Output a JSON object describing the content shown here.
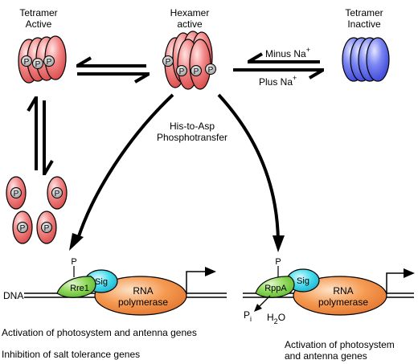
{
  "states": {
    "tetramer_active": {
      "line1": "Tetramer",
      "line2": "Active"
    },
    "hexamer_active": {
      "line1": "Hexamer",
      "line2": "active"
    },
    "tetramer_inactive": {
      "line1": "Tetramer",
      "line2": "Inactive"
    }
  },
  "equilibrium": {
    "minus_na": "Minus Na",
    "plus_na": "Plus Na",
    "na_charge": "+"
  },
  "transfer": {
    "line1": "His-to-Asp",
    "line2": "Phosphotransfer"
  },
  "phospho_label": "P",
  "dna_label": "DNA",
  "left_complex": {
    "regulator": "Rre1",
    "sigma": "Sig",
    "rnap_line1": "RNA",
    "rnap_line2": "polymerase"
  },
  "right_complex": {
    "regulator": "RppA",
    "sigma": "Sig",
    "rnap_line1": "RNA",
    "rnap_line2": "polymerase",
    "pi_main": "P",
    "pi_sub": "i",
    "water_main": "H",
    "water_sub": "2",
    "water_end": "O"
  },
  "outcomes": {
    "left_line1": "Activation of photosystem and antenna genes",
    "left_line2": "Inhibition of salt tolerance genes",
    "right_line1": "Activation of photosystem",
    "right_line2": "and antenna genes"
  },
  "colors": {
    "red_monomer": "#f08080",
    "blue_monomer": "#5a68f0",
    "green_regulator": "#7ed04a",
    "cyan_sigma": "#3dd6e6",
    "orange_rnap": "#f3944a",
    "phospho_gray": "#b4b4b4"
  }
}
